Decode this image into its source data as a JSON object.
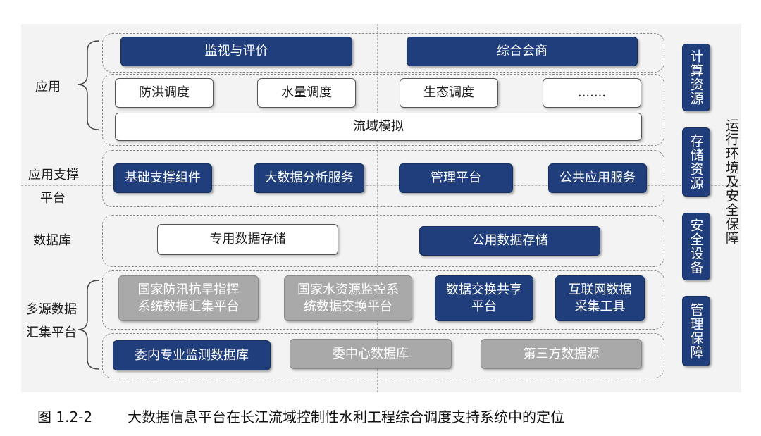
{
  "layers": {
    "application": {
      "label": "应用",
      "top_row": [
        "监视与评价",
        "综合会商"
      ],
      "mid_row": [
        "防洪调度",
        "水量调度",
        "生态调度",
        "......."
      ],
      "bottom": "流域模拟"
    },
    "support": {
      "label_line1": "应用支撑",
      "label_line2": "平台",
      "items": [
        "基础支撑组件",
        "大数据分析服务",
        "管理平台",
        "公共应用服务"
      ]
    },
    "database": {
      "label": "数据库",
      "items": [
        "专用数据存储",
        "公用数据存储"
      ]
    },
    "collection": {
      "label_line1": "多源数据",
      "label_line2": "汇集平台",
      "row1": [
        {
          "line1": "国家防汛抗旱指挥",
          "line2": "系统数据汇集平台"
        },
        {
          "line1": "国家水资源监控系",
          "line2": "统数据交换平台"
        },
        {
          "line1": "数据交换共享",
          "line2": "平台"
        },
        {
          "line1": "互联网数据",
          "line2": "采集工具"
        }
      ],
      "row2": [
        "委内专业监测数据库",
        "委中心数据库",
        "第三方数据源"
      ]
    }
  },
  "side_panel": {
    "items": [
      "计算资源",
      "存储资源",
      "安全设备",
      "管理保障"
    ],
    "label": "运行环境及安全保障"
  },
  "caption": {
    "number": "图 1.2-2",
    "text": "大数据信息平台在长江流域控制性水利工程综合调度支持系统中的定位"
  },
  "colors": {
    "dark_box": "#1f3e7b",
    "gray_box": "#a9a9a9",
    "background": "#f3f3f3"
  }
}
